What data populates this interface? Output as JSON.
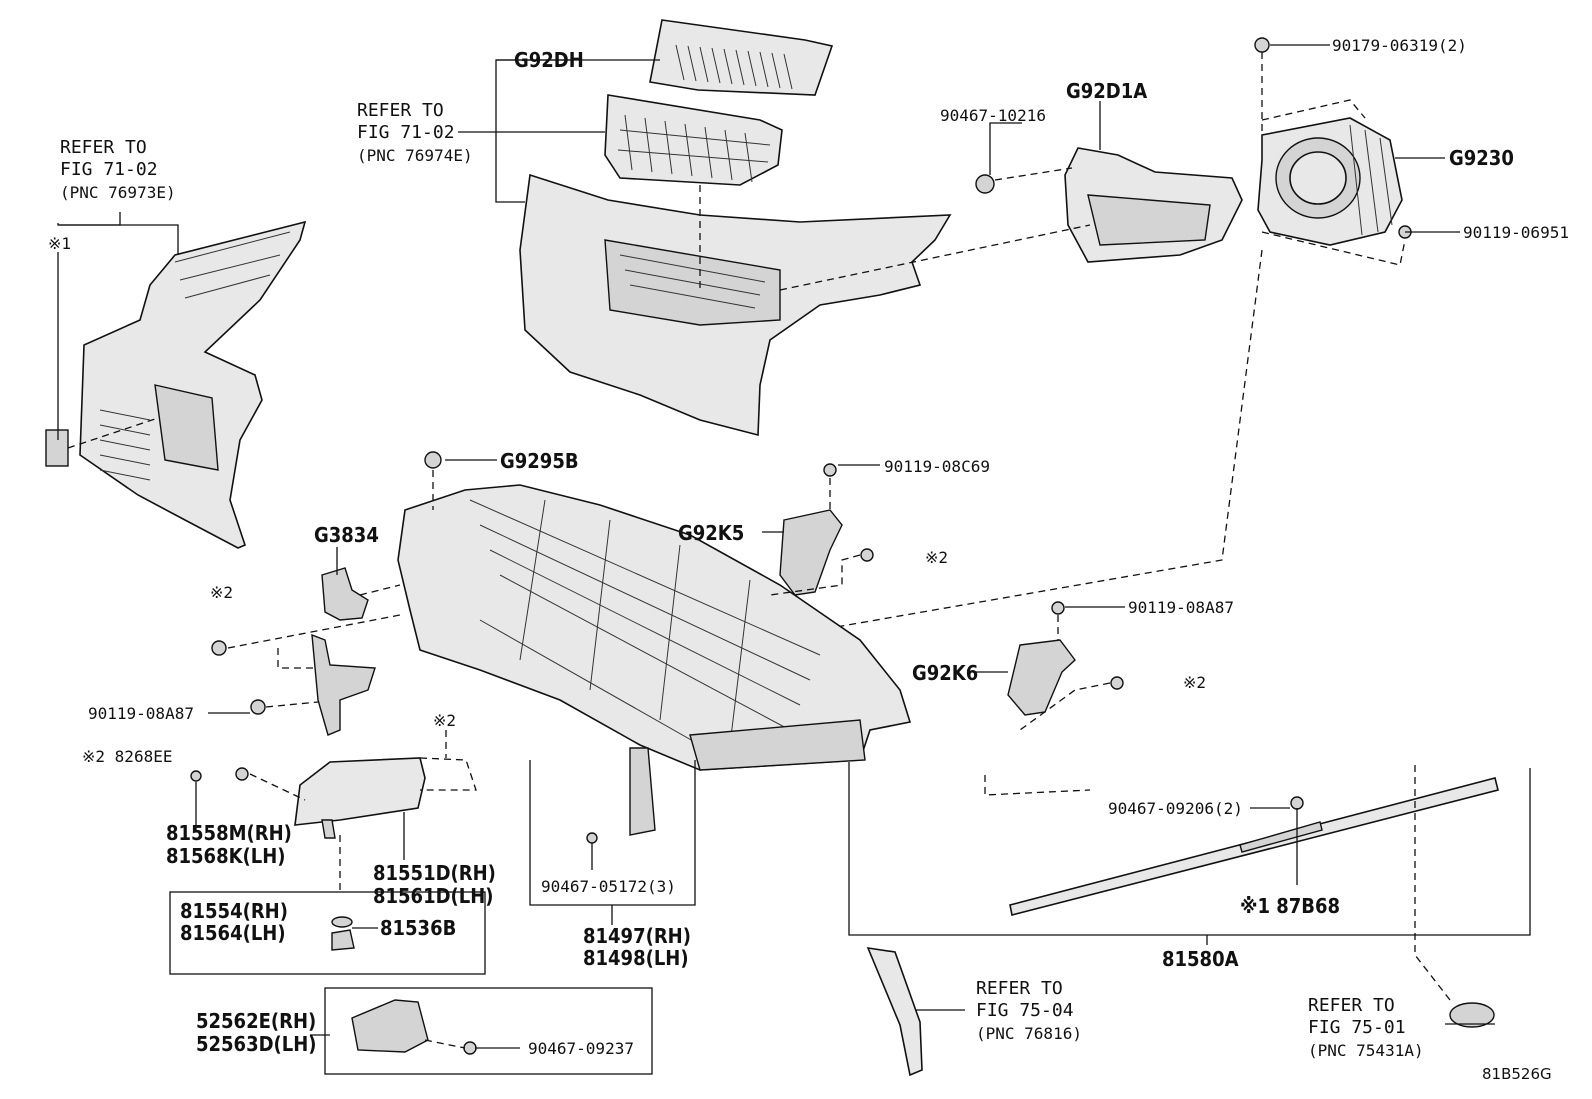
{
  "diagram_id": "81B526G",
  "refs": {
    "left_top": {
      "line1": "REFER TO",
      "line2": "FIG 71-02",
      "line3": "(PNC 76973E)"
    },
    "center_top": {
      "line1": "REFER TO",
      "line2": "FIG 71-02",
      "line3": "(PNC 76974E)"
    },
    "bottom_mid": {
      "line1": "REFER TO",
      "line2": "FIG 75-04",
      "line3": "(PNC 76816)"
    },
    "bottom_right": {
      "line1": "REFER TO",
      "line2": "FIG 75-01",
      "line3": "(PNC 75431A)"
    }
  },
  "labels": {
    "g92dh": "G92DH",
    "g92d1a": "G92D1A",
    "g9230": "G9230",
    "p90179": "90179-06319(2)",
    "p90467_10216": "90467-10216",
    "p90119_06951": "90119-06951",
    "g9295b": "G9295B",
    "p90119_08c69": "90119-08C69",
    "g92k5": "G92K5",
    "note2_a": "※2",
    "g3834": "G3834",
    "note2_b": "※2",
    "p90119_08a87_r": "90119-08A87",
    "g92k6": "G92K6",
    "note2_c": "※2",
    "p90119_08a87_l": "90119-08A87",
    "note2_d": "※2",
    "note1": "※1",
    "p82685": "※2 8268EE",
    "p81558m": "81558M(RH)",
    "p81568k": "81568K(LH)",
    "p81551d": "81551D(RH)",
    "p81561d": "81561D(LH)",
    "p81554": "81554(RH)",
    "p81564": "81564(LH)",
    "p81536b": "81536B",
    "p90467_05172": "90467-05172(3)",
    "p81497": "81497(RH)",
    "p81498": "81498(LH)",
    "p90467_09206": "90467-09206(2)",
    "p87b68": "※1 87B68",
    "p81580a": "81580A",
    "p52562e": "52562E(RH)",
    "p52563d": "52563D(LH)",
    "p90467_09237": "90467-09237"
  }
}
